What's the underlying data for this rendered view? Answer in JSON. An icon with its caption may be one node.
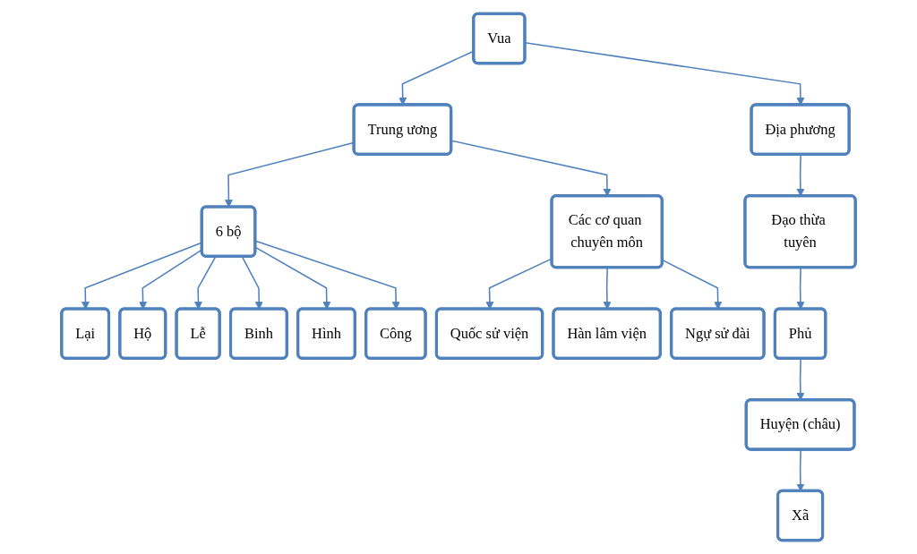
{
  "diagram": {
    "nodes": [
      {
        "text": [
          "Vua"
        ]
      },
      {
        "text": [
          "Trung ương"
        ]
      },
      {
        "text": [
          "Địa phương"
        ]
      },
      {
        "text": [
          "6 bộ"
        ]
      },
      {
        "text": [
          "Các cơ quan chuyên môn"
        ]
      },
      {
        "text": [
          "Lại"
        ]
      },
      {
        "text": [
          "Hộ"
        ]
      },
      {
        "text": [
          "Lễ"
        ]
      },
      {
        "text": [
          "Binh"
        ]
      },
      {
        "text": [
          "Hình"
        ]
      },
      {
        "text": [
          "Công"
        ]
      },
      {
        "text": [
          "Quốc sử viện"
        ]
      },
      {
        "text": [
          "Hàn lâm viện"
        ]
      },
      {
        "text": [
          "Ngự sử đài"
        ]
      },
      {
        "text": [
          "Đạo thừa tuyên"
        ]
      },
      {
        "text": [
          "Phủ"
        ]
      },
      {
        "text": [
          "Huyện (châu)"
        ]
      },
      {
        "text": [
          "Xã"
        ]
      }
    ],
    "edges": [
      {
        "from": 0,
        "to": 1,
        "arrow": "to"
      },
      {
        "from": 0,
        "to": 2,
        "arrow": "to"
      },
      {
        "from": 1,
        "to": 3,
        "arrow": "to"
      },
      {
        "from": 1,
        "to": 4,
        "arrow": "to"
      },
      {
        "from": 3,
        "to": 5,
        "arrow": "to"
      },
      {
        "from": 3,
        "to": 6,
        "arrow": "to"
      },
      {
        "from": 3,
        "to": 7,
        "arrow": "to"
      },
      {
        "from": 3,
        "to": 8,
        "arrow": "to"
      },
      {
        "from": 3,
        "to": 9,
        "arrow": "to"
      },
      {
        "from": 3,
        "to": 10,
        "arrow": "to"
      },
      {
        "from": 4,
        "to": 11,
        "arrow": "to"
      },
      {
        "from": 4,
        "to": 12,
        "arrow": "to"
      },
      {
        "from": 4,
        "to": 13,
        "arrow": "to"
      },
      {
        "from": 2,
        "to": 14,
        "arrow": "to"
      },
      {
        "from": 14,
        "to": 15,
        "arrow": "to"
      },
      {
        "from": 15,
        "to": 16,
        "arrow": "to"
      },
      {
        "from": 16,
        "to": 17,
        "arrow": "to"
      }
    ]
  }
}
